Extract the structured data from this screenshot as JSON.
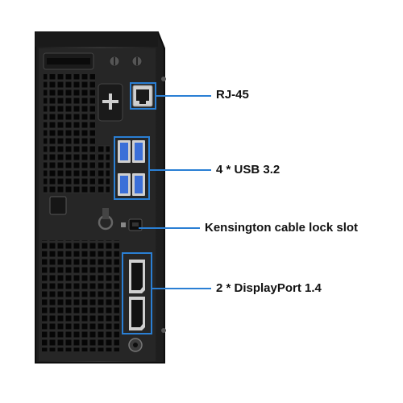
{
  "callouts": {
    "rj45": "RJ-45",
    "usb": "4 * USB 3.2",
    "kensington": "Kensington cable lock slot",
    "displayport": "2 * DisplayPort 1.4"
  },
  "colors": {
    "callout_blue": "#2a7fd4",
    "chassis": "#2b2b2b",
    "chassis_dark": "#141414",
    "usb_blue": "#3b6fd8"
  }
}
